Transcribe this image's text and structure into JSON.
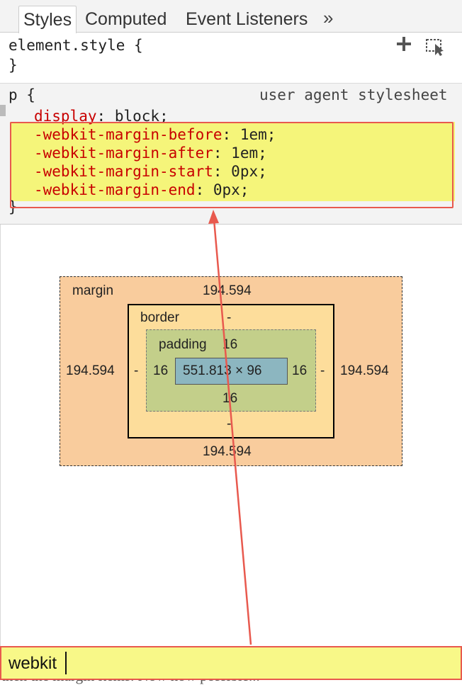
{
  "tabs": [
    {
      "label": "Styles",
      "active": true
    },
    {
      "label": "Computed",
      "active": false
    },
    {
      "label": "Event Listeners",
      "active": false
    }
  ],
  "tabs_more_label": "»",
  "element_style": {
    "selector": "element.style {",
    "close": "}"
  },
  "rule": {
    "selector": "p {",
    "origin": "user agent stylesheet",
    "declarations": [
      {
        "prop": "display",
        "value": "block;"
      },
      {
        "prop": "-webkit-margin-before",
        "value": "1em;"
      },
      {
        "prop": "-webkit-margin-after",
        "value": "1em;"
      },
      {
        "prop": "-webkit-margin-start",
        "value": "0px;"
      },
      {
        "prop": "-webkit-margin-end",
        "value": "0px;"
      }
    ],
    "close": "}"
  },
  "box_model": {
    "margin_label": "margin",
    "margin_top": "194.594",
    "margin_bottom": "194.594",
    "margin_left": "194.594",
    "margin_right": "194.594",
    "border_label": "border",
    "border_top": "-",
    "border_bottom": "-",
    "border_left": "-",
    "border_right": "-",
    "padding_label": "padding",
    "padding_top": "16",
    "padding_bottom": "16",
    "padding_left": "16",
    "padding_right": "16",
    "content_size": "551.813 × 96"
  },
  "filter": {
    "value": "webkit",
    "underlying_text": "then the margin items. Now how possible..."
  },
  "colors": {
    "highlight": "#f5f57a",
    "annotation_red": "#e8594e",
    "property_red": "#c80000",
    "margin_fill": "#f9cc9d",
    "border_fill": "#fddd9b",
    "padding_fill": "#c3cf8a",
    "content_fill": "#8cb6c0"
  }
}
